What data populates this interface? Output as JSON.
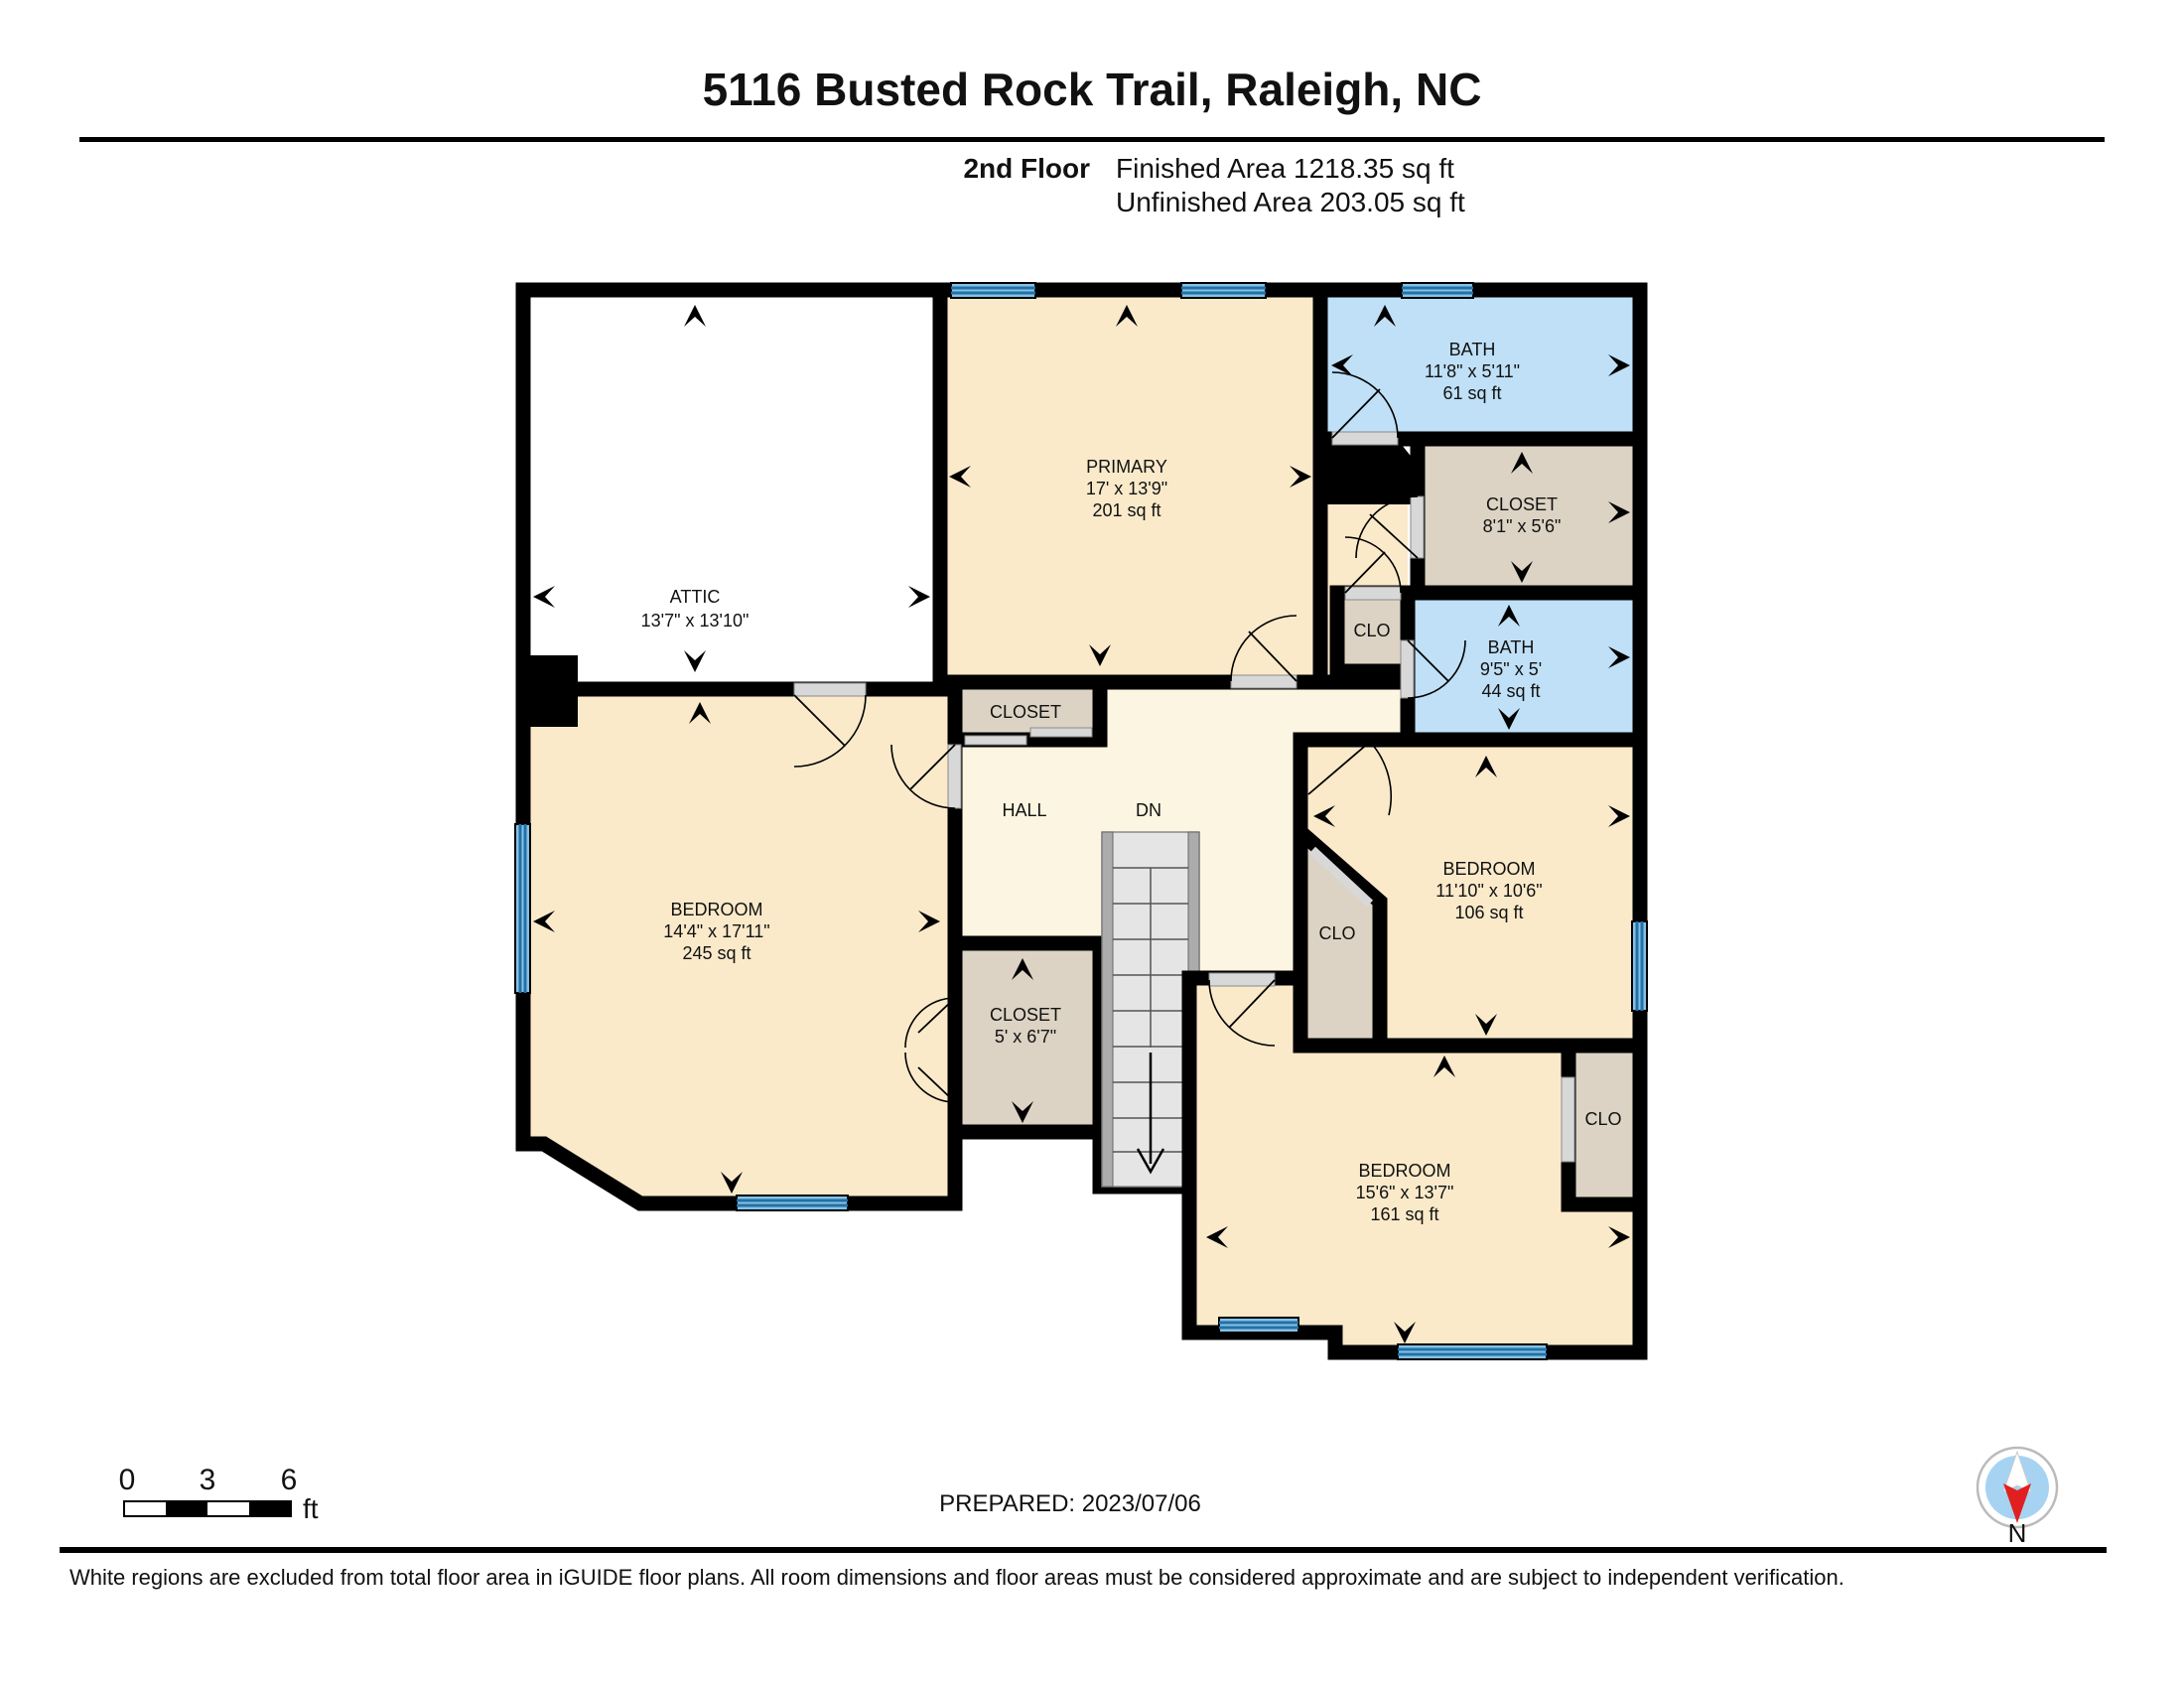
{
  "header": {
    "title": "5116 Busted Rock Trail, Raleigh, NC",
    "floor_label": "2nd Floor",
    "finished_area": "Finished Area 1218.35 sq ft",
    "unfinished_area": "Unfinished Area 203.05 sq ft"
  },
  "rooms": {
    "attic": {
      "name": "ATTIC",
      "dims": "13'7\" x 13'10\""
    },
    "primary": {
      "name": "PRIMARY",
      "dims": "17' x 13'9\"",
      "area": "201 sq ft"
    },
    "bath_top": {
      "name": "BATH",
      "dims": "11'8\" x 5'11\"",
      "area": "61 sq ft"
    },
    "closet_primary": {
      "name": "CLOSET",
      "dims": "8'1\" x 5'6\""
    },
    "clo_hall": {
      "name": "CLO"
    },
    "bath_middle": {
      "name": "BATH",
      "dims": "9'5\" x 5'",
      "area": "44 sq ft"
    },
    "bedroom_right": {
      "name": "BEDROOM",
      "dims": "11'10\" x 10'6\"",
      "area": "106 sq ft"
    },
    "clo_bedroom_right": {
      "name": "CLO"
    },
    "bedroom_bottom": {
      "name": "BEDROOM",
      "dims": "15'6\" x 13'7\"",
      "area": "161 sq ft"
    },
    "clo_bedroom_bottom": {
      "name": "CLO"
    },
    "bedroom_left": {
      "name": "BEDROOM",
      "dims": "14'4\" x 17'11\"",
      "area": "245 sq ft"
    },
    "closet_hall_top": {
      "name": "CLOSET"
    },
    "closet_hall_bottom": {
      "name": "CLOSET",
      "dims": "5' x 6'7\""
    },
    "hall": {
      "name": "HALL"
    },
    "stairs": {
      "label": "DN"
    }
  },
  "footer": {
    "scale": {
      "tick_0": "0",
      "tick_1": "3",
      "tick_2": "6",
      "unit": "ft"
    },
    "prepared": "PREPARED: 2023/07/06",
    "compass_label": "N",
    "disclaimer": "White regions are excluded from total floor area in iGUIDE floor plans. All room dimensions and floor areas must be considered approximate and are subject to independent verification."
  },
  "colors": {
    "wall": "#000000",
    "room_fill": "#FAEACA",
    "hall_fill": "#FCF5E1",
    "closet_fill": "#DCD3C4",
    "bath_fill": "#BFE0F6",
    "window_fill": "#85C1E9",
    "window_line": "#2471A3",
    "unfinished_fill": "#FFFFFF",
    "compass_needle": "#E02020"
  }
}
